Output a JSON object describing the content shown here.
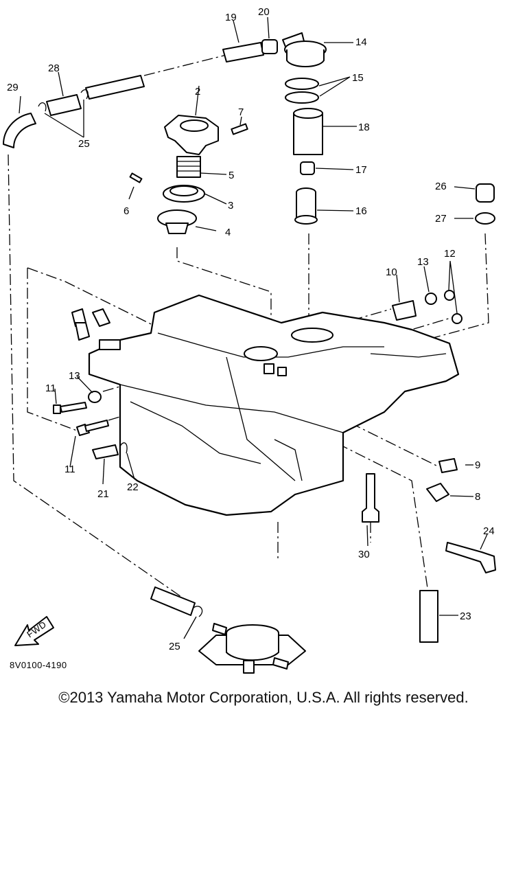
{
  "diagram": {
    "callouts": [
      "2",
      "3",
      "4",
      "5",
      "6",
      "7",
      "8",
      "9",
      "10",
      "11",
      "11",
      "12",
      "13",
      "13",
      "14",
      "15",
      "16",
      "17",
      "18",
      "19",
      "20",
      "21",
      "22",
      "23",
      "24",
      "25",
      "25",
      "26",
      "27",
      "28",
      "29",
      "30"
    ],
    "fwd_label": "FWD",
    "drawing_code": "8V0100-4190"
  },
  "footer": {
    "copyright": "©2013 Yamaha Motor Corporation, U.S.A. All rights reserved."
  }
}
